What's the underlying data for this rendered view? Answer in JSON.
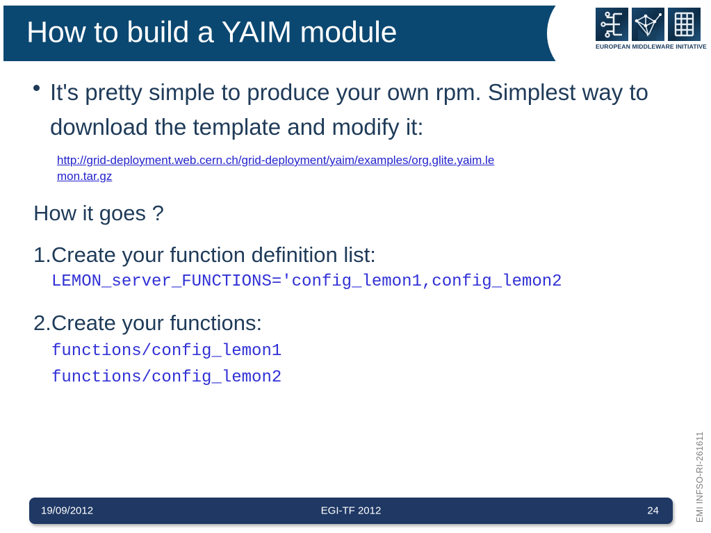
{
  "slide": {
    "title": "How to build a YAIM module",
    "colors": {
      "header_bg": "#0b4871",
      "footer_bg": "#1f3864",
      "body_text": "#1f3b59",
      "code_text": "#3131d6",
      "link_text": "#2222cc",
      "side_note": "#7f7f7f"
    }
  },
  "logo": {
    "name": "emi-logo",
    "caption": "EUROPEAN MIDDLEWARE INITIATIVE",
    "tiles": [
      "E",
      "M",
      "I"
    ]
  },
  "body": {
    "bullet": "It's pretty simple to produce your own rpm. Simplest way to download the template and modify it:",
    "link": "http://grid-deployment.web.cern.ch/grid-deployment/yaim/examples/org.glite.yaim.lemon.tar.gz",
    "question": "How it goes ?",
    "step1": "1.Create your function definition list:",
    "step1_code": "LEMON_server_FUNCTIONS='config_lemon1,config_lemon2",
    "step2": "2.Create your functions:",
    "step2_code_line1": "functions/config_lemon1",
    "step2_code_line2": "functions/config_lemon2"
  },
  "footer": {
    "date": "19/09/2012",
    "event": "EGI-TF 2012",
    "page": "24"
  },
  "side_note": {
    "text": "EMI INFSO-RI-261611"
  }
}
